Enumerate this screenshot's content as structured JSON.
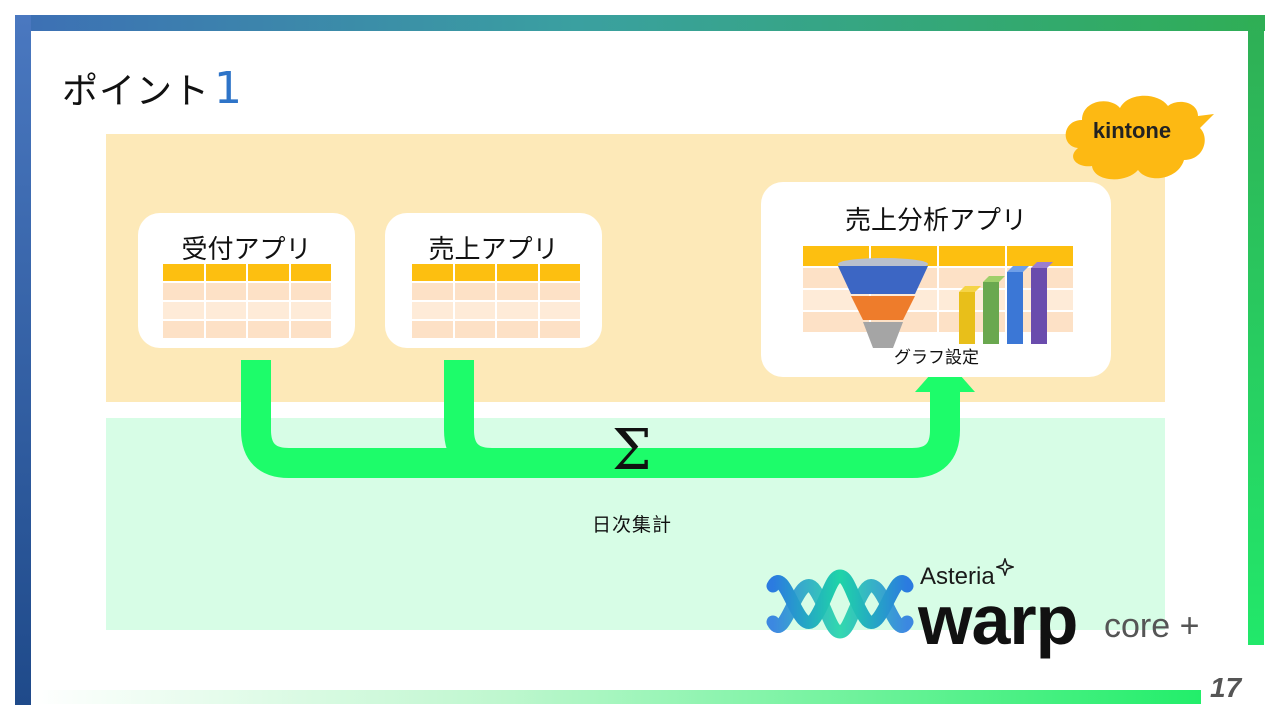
{
  "title": {
    "text": "ポイント",
    "number": "1"
  },
  "kintone": {
    "label": "kintone"
  },
  "apps": {
    "reception": "受付アプリ",
    "sales": "売上アプリ",
    "analysis": "売上分析アプリ"
  },
  "graph_setting": "グラフ設定",
  "sigma": "Σ",
  "daily_total": "日次集計",
  "brand": {
    "asteria": "Asteria",
    "warp": "warp",
    "core": "core +"
  },
  "page_number": "17",
  "colors": {
    "kintone_band": "#fde9b8",
    "warp_band": "#d7fde6",
    "arrow": "#1dfc6a",
    "table_header": "#fdbf10",
    "kintone_cloud": "#fdb913",
    "title_accent": "#2e74c8"
  }
}
